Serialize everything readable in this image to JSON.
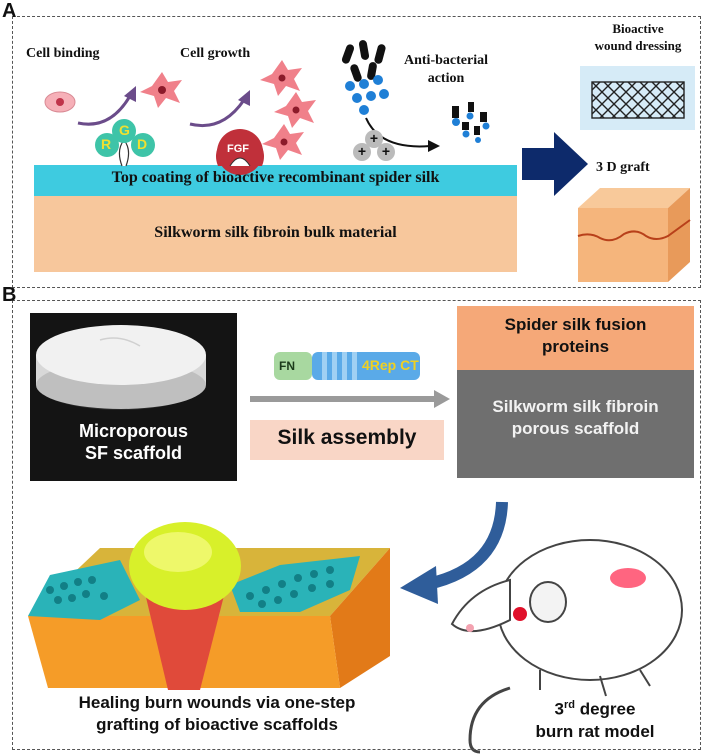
{
  "panel_a": {
    "letter": "A",
    "cell_binding": "Cell binding",
    "cell_growth": "Cell growth",
    "anti_bacterial_line1": "Anti-bacterial",
    "anti_bacterial_line2": "action",
    "rgd_r": "R",
    "rgd_g": "G",
    "rgd_d": "D",
    "fgf": "FGF",
    "top_coating": "Top coating of bioactive recombinant spider silk",
    "bulk": "Silkworm silk fibroin bulk material",
    "dressing_line1": "Bioactive",
    "dressing_line2": "wound dressing",
    "graft": "3 D graft",
    "colors": {
      "coating": "#3ecbe0",
      "bulk": "#f7c79c",
      "arrow": "#0d2a6b"
    }
  },
  "panel_b": {
    "letter": "B",
    "photo_line1": "Microporous",
    "photo_line2": "SF scaffold",
    "fn": "FN",
    "rep_ct": "4Rep CT",
    "silk_assembly": "Silk assembly",
    "spider_fusion_line1": "Spider silk fusion",
    "spider_fusion_line2": "proteins",
    "silkworm_line1": "Silkworm silk fibroin",
    "silkworm_line2": "porous scaffold",
    "healing_line1": "Healing burn wounds via one-step",
    "healing_line2": "grafting of bioactive scaffolds",
    "rat_line1_main": "3",
    "rat_line1_sup": "rd",
    "rat_line1_rest": " degree",
    "rat_line2": "burn rat model",
    "colors": {
      "orange": "#f5a878",
      "gray": "#6f6f6f",
      "pink": "#f9d6c6"
    }
  }
}
